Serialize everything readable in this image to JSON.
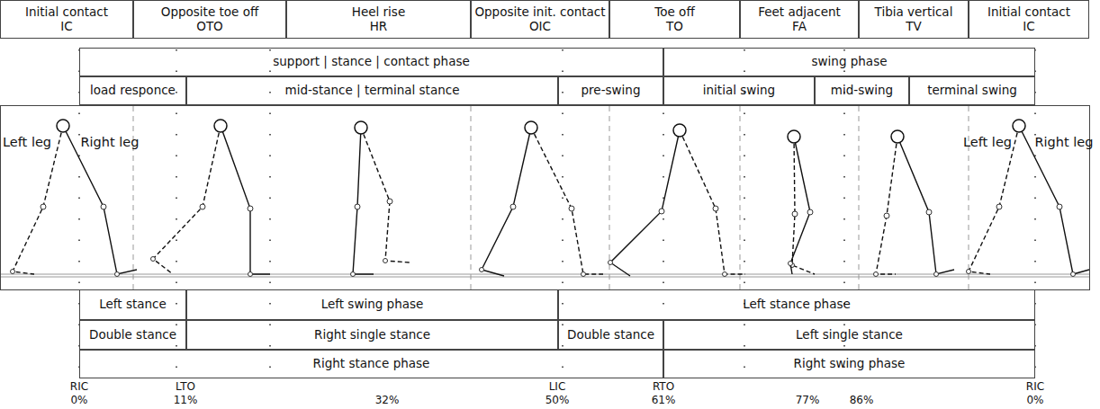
{
  "diagram": {
    "nodes": [
      {
        "text": [
          "Initial contact",
          "IC"
        ]
      },
      {
        "text": [
          "Opposite toe off",
          "OTO"
        ]
      },
      {
        "text": [
          "Heel rise",
          "HR"
        ]
      },
      {
        "text": [
          "Opposite init. contact",
          "OIC"
        ]
      },
      {
        "text": [
          "Toe off",
          "TO"
        ]
      },
      {
        "text": [
          "Feet adjacent",
          "FA"
        ]
      },
      {
        "text": [
          "Tibia vertical",
          "TV"
        ]
      },
      {
        "text": [
          "Initial contact",
          "IC"
        ]
      },
      {
        "text": [
          "support | stance | contact phase"
        ]
      },
      {
        "text": [
          "swing phase"
        ]
      },
      {
        "text": [
          "load responce"
        ]
      },
      {
        "text": [
          "mid-stance | terminal stance"
        ]
      },
      {
        "text": [
          "pre-swing"
        ]
      },
      {
        "text": [
          "initial swing"
        ]
      },
      {
        "text": [
          "mid-swing"
        ]
      },
      {
        "text": [
          "terminal swing"
        ]
      },
      {
        "text": [
          "Left stance"
        ]
      },
      {
        "text": [
          "Left swing phase"
        ]
      },
      {
        "text": [
          "Left stance phase"
        ]
      },
      {
        "text": [
          "Double stance"
        ]
      },
      {
        "text": [
          "Right single stance"
        ]
      },
      {
        "text": [
          "Double stance"
        ]
      },
      {
        "text": [
          "Left single stance"
        ]
      },
      {
        "text": [
          "Right stance phase"
        ]
      },
      {
        "text": [
          "Right swing phase"
        ]
      }
    ],
    "labels": [
      "Left leg",
      "Right leg",
      "Left leg",
      "Right leg",
      "RIC",
      "0%",
      "LTO",
      "11%",
      "32%",
      "LIC",
      "50%",
      "RTO",
      "61%",
      "77%",
      "86%",
      "RIC",
      "0%"
    ]
  }
}
